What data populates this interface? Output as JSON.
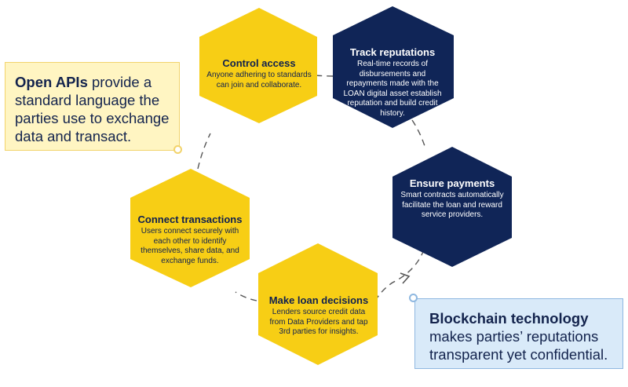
{
  "colors": {
    "yellow_hex": "#f7ce15",
    "navy_hex": "#102557",
    "connector": "#555555",
    "apis_box": "#fff5c2",
    "chain_box": "#d9eaf9"
  },
  "hexagons": {
    "control_access": {
      "title": "Control access",
      "body": "Anyone adhering to standards can join and collaborate."
    },
    "track_reputations": {
      "title": "Track reputations",
      "body": "Real-time records of disbursements and repayments made with the LOAN digital asset establish reputation and build credit history."
    },
    "ensure_payments": {
      "title": "Ensure payments",
      "body": "Smart contracts automatically facilitate the loan and reward service providers."
    },
    "make_loan_decisions": {
      "title": "Make loan decisions",
      "body": "Lenders source credit data from Data Providers and tap 3rd parties for insights."
    },
    "connect_transactions": {
      "title": "Connect transactions",
      "body": "Users connect securely with each other to identify themselves, share data, and exchange funds."
    }
  },
  "callouts": {
    "open_apis": {
      "bold": "Open APIs",
      "text": " provide a standard language the parties use to exchange data and transact."
    },
    "blockchain": {
      "bold": "Blockchain technology",
      "text": " makes parties’ reputations transparent yet confidential."
    }
  }
}
